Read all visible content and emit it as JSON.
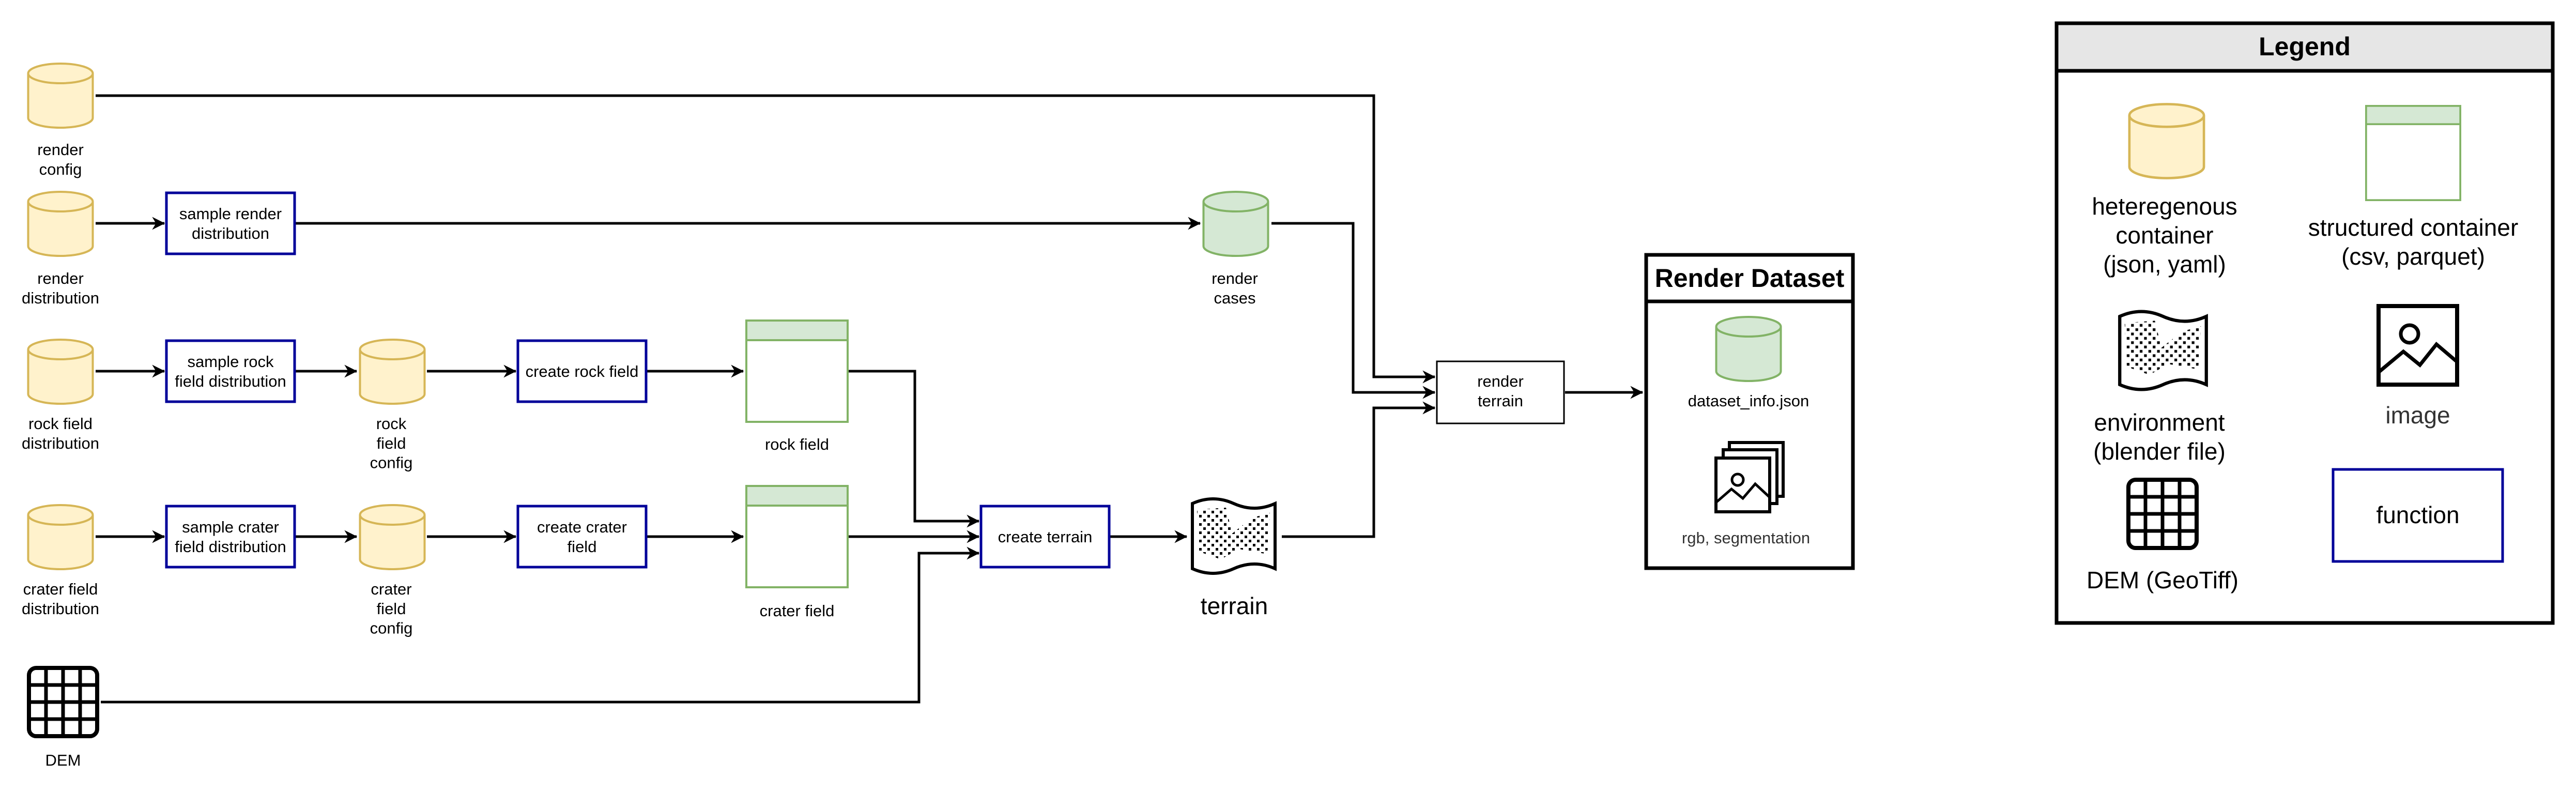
{
  "nodes": {
    "render_config": "render\nconfig",
    "render_distribution": "render\ndistribution",
    "sample_render_distribution": "sample render\ndistribution",
    "render_cases": "render\ncases",
    "rock_field_distribution": "rock field\ndistribution",
    "sample_rock_field_distribution": "sample rock\nfield distribution",
    "rock_field_config": "rock\nfield\nconfig",
    "create_rock_field": "create rock field",
    "rock_field": "rock field",
    "crater_field_distribution": "crater field\ndistribution",
    "sample_crater_field_distribution": "sample crater\nfield distribution",
    "crater_field_config": "crater\nfield\nconfig",
    "create_crater_field": "create crater\nfield",
    "crater_field": "crater field",
    "create_terrain": "create terrain",
    "terrain": "terrain",
    "dem": "DEM",
    "render_terrain": "render\nterrain"
  },
  "render_dataset": {
    "title": "Render Dataset",
    "dataset_info": "dataset_info.json",
    "images": "rgb, segmentation"
  },
  "legend": {
    "title": "Legend",
    "heterogeneous": "heteregenous\ncontainer\n(json, yaml)",
    "structured": "structured container\n(csv, parquet)",
    "environment": "environment\n(blender file)",
    "image": "image",
    "dem": "DEM (GeoTiff)",
    "function": "function"
  },
  "colors": {
    "heterogeneous_fill": "#fff2cc",
    "heterogeneous_stroke": "#d6b656",
    "structured_fill": "#d5e8d4",
    "structured_stroke": "#82b366",
    "function_stroke": "#000099",
    "image_label": "#333333",
    "legend_header": "#e6e6e6"
  }
}
